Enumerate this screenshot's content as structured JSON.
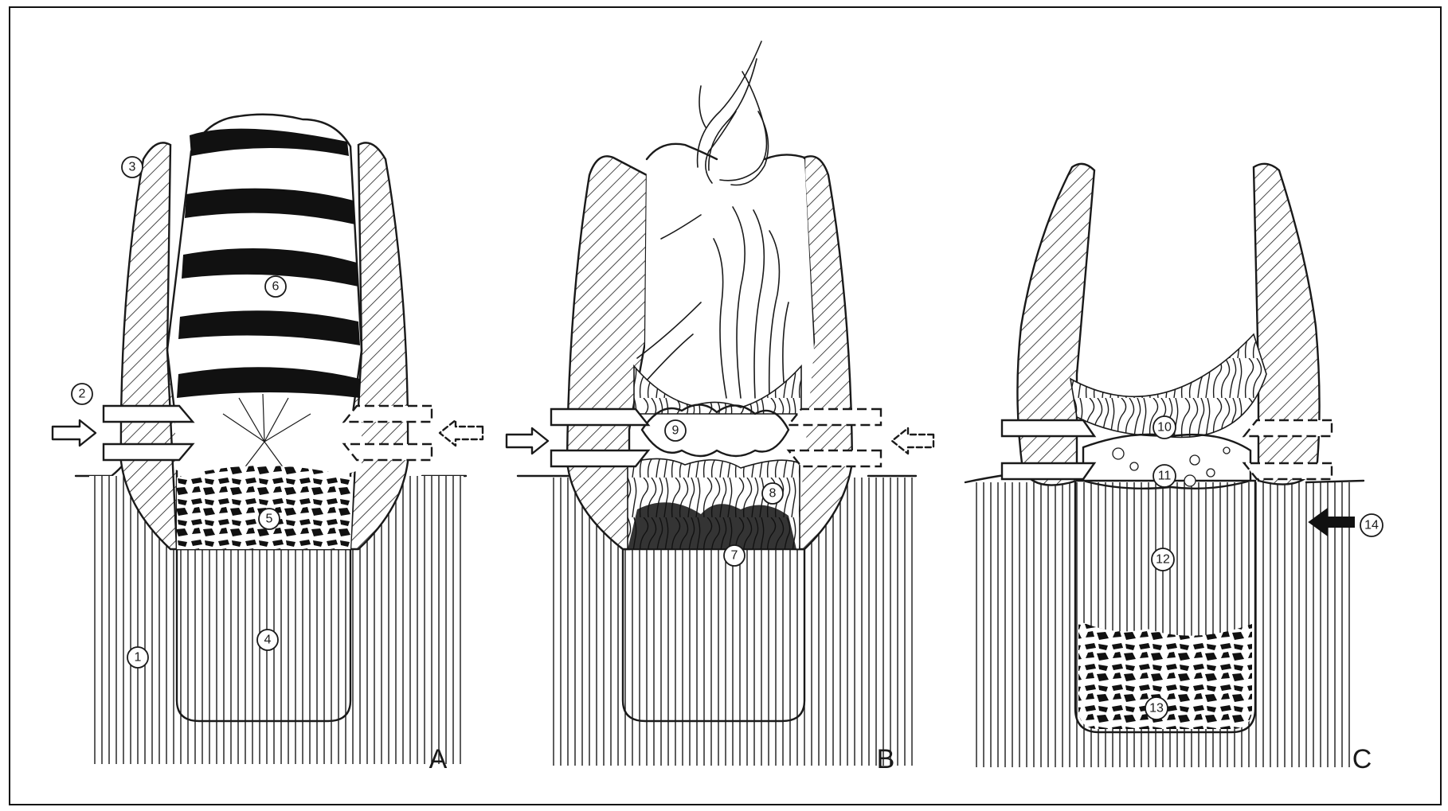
{
  "panels": [
    {
      "letter": "A"
    },
    {
      "letter": "B"
    },
    {
      "letter": "C"
    }
  ],
  "markers": [
    {
      "n": "1"
    },
    {
      "n": "2"
    },
    {
      "n": "3"
    },
    {
      "n": "4"
    },
    {
      "n": "5"
    },
    {
      "n": "6"
    },
    {
      "n": "7"
    },
    {
      "n": "8"
    },
    {
      "n": "9"
    },
    {
      "n": "10"
    },
    {
      "n": "11"
    },
    {
      "n": "12"
    },
    {
      "n": "13"
    },
    {
      "n": "14"
    }
  ]
}
